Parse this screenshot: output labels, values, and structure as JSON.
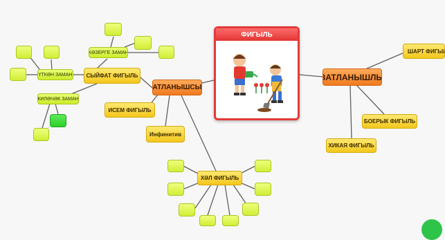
{
  "mindmap": {
    "center": {
      "title": "ФИГЫЛЬ",
      "picture": "boy watering flowers and boy digging with shovel"
    },
    "right": {
      "main": "ЗАТЛАНЫШЛЫ",
      "children": [
        "ШАРТ ФИГЫЛЬ",
        "БОЕРЫК ФИГЫЛЬ",
        "ХИКАЯ ФИГЫЛЬ"
      ]
    },
    "left": {
      "main": "ЗАТЛАНЫШСЫЗ",
      "sifat": {
        "label": "СЫЙФАТ ФИГЫЛЬ",
        "tenses": [
          "ХӘЗЕРГЕ ЗАМАН",
          "ҮТКӘН ЗАМАН",
          "КИЛӘЧӘК ЗАМАН"
        ]
      },
      "isem": "ИСЕМ ФИГЫЛЬ",
      "infinitiv": "Инфинитив",
      "hal": "ХӘЛ ФИГЫЛЬ"
    }
  }
}
